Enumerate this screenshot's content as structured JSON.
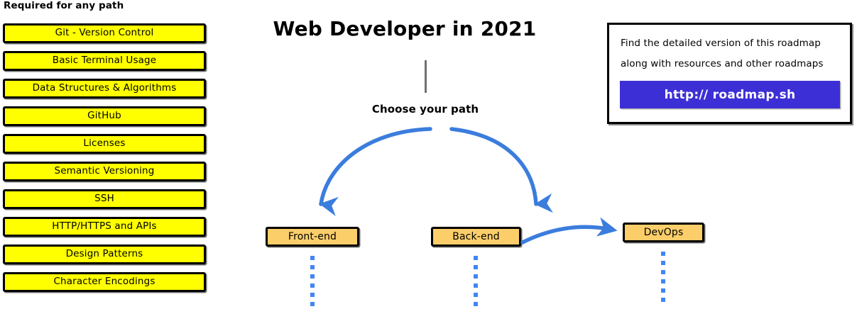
{
  "page": {
    "title": "Web Developer in 2021"
  },
  "required_section": {
    "heading": "Required for any path",
    "box_fill": "#FFFF00",
    "box_border": "#000000",
    "items": [
      {
        "label": "Git - Version Control"
      },
      {
        "label": "Basic Terminal Usage"
      },
      {
        "label": "Data Structures & Algorithms"
      },
      {
        "label": "GitHub"
      },
      {
        "label": "Licenses"
      },
      {
        "label": "Semantic Versioning"
      },
      {
        "label": "SSH"
      },
      {
        "label": "HTTP/HTTPS and APIs"
      },
      {
        "label": "Design Patterns"
      },
      {
        "label": "Character Encodings"
      }
    ]
  },
  "flow": {
    "choose_path_label": "Choose your path",
    "stem_color": "#707070",
    "arrow_color": "#3B7DDD",
    "dot_color": "#4285F4",
    "node_fill": "#FBCE6A",
    "nodes": [
      {
        "label": "Front-end"
      },
      {
        "label": "Back-end"
      },
      {
        "label": "DevOps"
      }
    ]
  },
  "info_card": {
    "line1": "Find the detailed version of this roadmap",
    "line2": "along with resources and other roadmaps",
    "button_label": "http:// roadmap.sh",
    "button_color": "#3D2FD6"
  }
}
